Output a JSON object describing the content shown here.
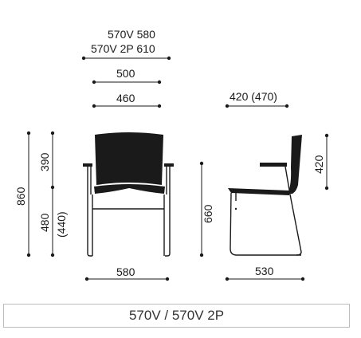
{
  "dimensions": {
    "top_line1": "570V 580",
    "top_line2": "570V 2P 610",
    "width_500": "500",
    "width_460": "460",
    "armrest_depth": "420 (470)",
    "height_total": "860",
    "back_height": "390",
    "seat_height_front": "480",
    "seat_height_front_alt": "(440)",
    "base_width": "580",
    "seat_height_side": "660",
    "armrest_height": "420",
    "depth": "530"
  },
  "caption": "570V / 570V 2P"
}
